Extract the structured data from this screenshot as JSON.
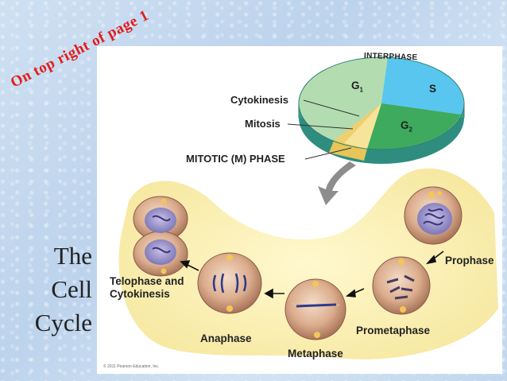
{
  "annotation": "On top right of page 1",
  "side_title": [
    "The",
    "Cell",
    "Cycle"
  ],
  "wheel": {
    "interphase": "INTERPHASE",
    "g1": "G",
    "g1_sub": "1",
    "s": "S",
    "g2": "G",
    "g2_sub": "2"
  },
  "callouts": {
    "cytokinesis": "Cytokinesis",
    "mitosis": "Mitosis",
    "mitotic_phase": "MITOTIC (M) PHASE"
  },
  "stages": {
    "prophase": "Prophase",
    "prometaphase": "Prometaphase",
    "metaphase": "Metaphase",
    "anaphase": "Anaphase",
    "telophase_line1": "Telophase and",
    "telophase_line2": "Cytokinesis"
  },
  "credit": "© 2011 Pearson Education, Inc.",
  "colors": {
    "g1": "#b3ddb1",
    "s": "#58c6ef",
    "g2": "#3daa5d",
    "wheel_side": "#3a9e8f",
    "mitosis": "#f6e49a",
    "band": "#fbf3b5",
    "cell": "#d9a887",
    "annotation": "#e21c1c"
  }
}
